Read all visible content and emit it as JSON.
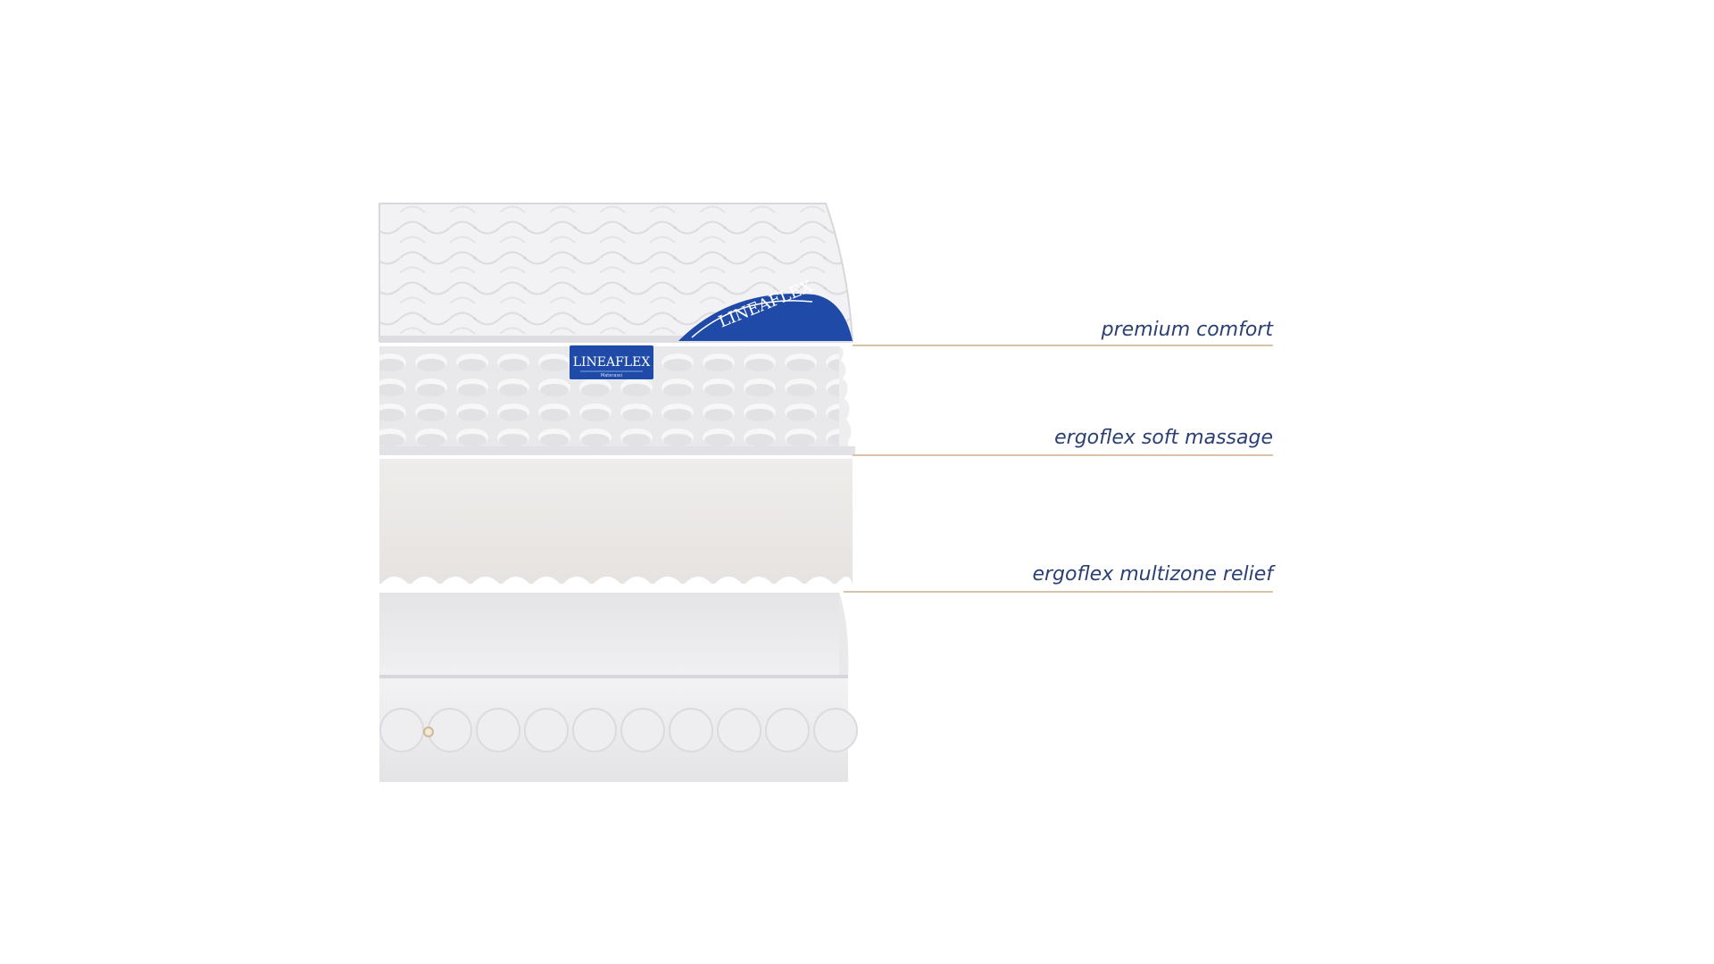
{
  "product": {
    "brand_label": "LINEAFLEX",
    "brand_tag": "LINEAFLEX",
    "tag_subtext": "Materassi",
    "accent_color": "#1f4aa8"
  },
  "layers": [
    {
      "label": "premium comfort"
    },
    {
      "label": "ergoflex soft massage"
    },
    {
      "label": "ergoflex multizone relief"
    }
  ],
  "colors": {
    "label_text": "#2b3f73",
    "leader_line": "#d9c3a8"
  }
}
